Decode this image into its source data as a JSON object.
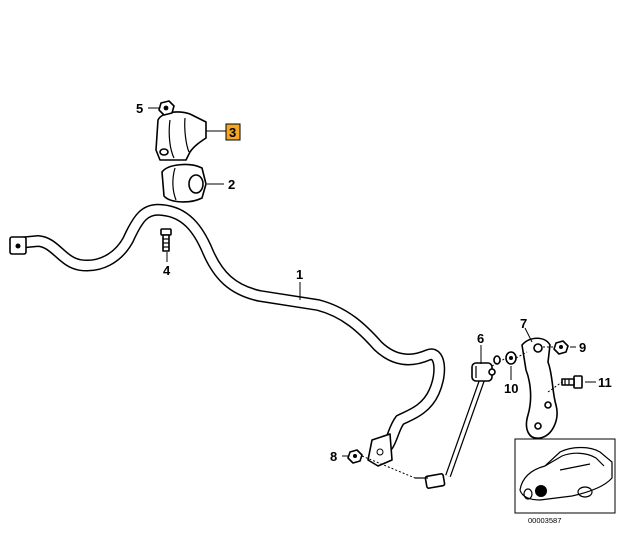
{
  "callouts": [
    {
      "id": "1",
      "label": "1",
      "highlighted": false
    },
    {
      "id": "2",
      "label": "2",
      "highlighted": false
    },
    {
      "id": "3",
      "label": "3",
      "highlighted": true
    },
    {
      "id": "4",
      "label": "4",
      "highlighted": false
    },
    {
      "id": "5",
      "label": "5",
      "highlighted": false
    },
    {
      "id": "6",
      "label": "6",
      "highlighted": false
    },
    {
      "id": "7",
      "label": "7",
      "highlighted": false
    },
    {
      "id": "8",
      "label": "8",
      "highlighted": false
    },
    {
      "id": "9",
      "label": "9",
      "highlighted": false
    },
    {
      "id": "10",
      "label": "10",
      "highlighted": false
    },
    {
      "id": "11",
      "label": "11",
      "highlighted": false
    }
  ],
  "highlight_color": "#f5a623",
  "locator_inset": {
    "diagram_number": "00003587"
  }
}
